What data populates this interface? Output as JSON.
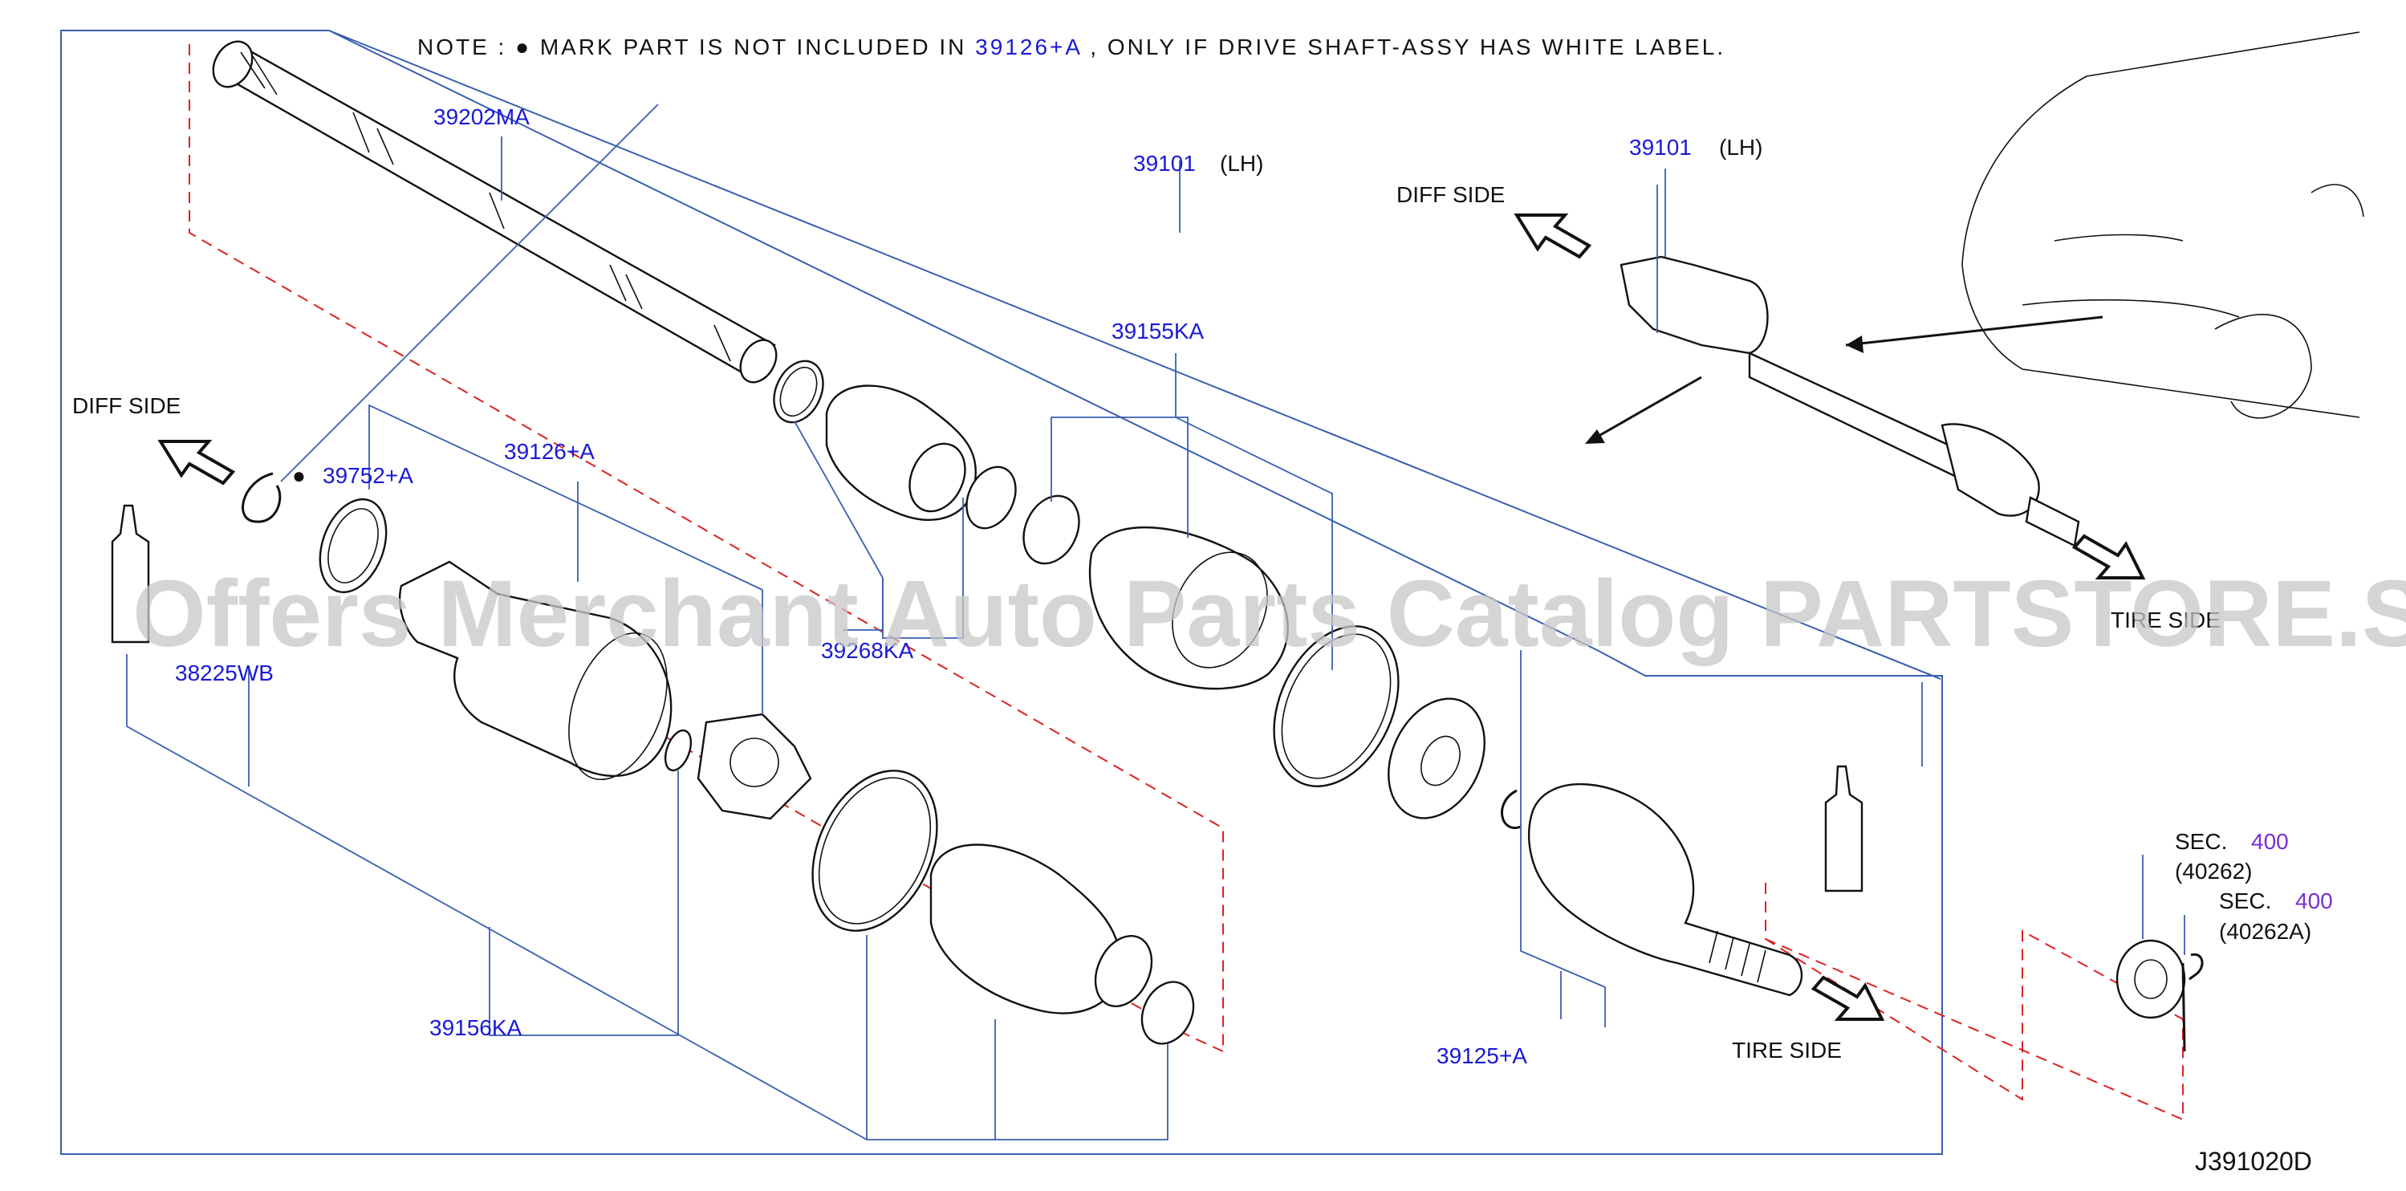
{
  "note": {
    "prefix": "NOTE  :  ",
    "bullet": "●",
    "mid": "  MARK  PART  IS  NOT  INCLUDED  IN  ",
    "ref": "39126+A",
    "suffix": " ,  ONLY  IF  DRIVE  SHAFT-ASSY  HAS  WHITE  LABEL."
  },
  "labels": {
    "p39202MA": "39202MA",
    "p39101": "39101",
    "p39101_lh": "(LH)",
    "p39101b": "39101",
    "p39101b_lh": "(LH)",
    "p39155KA": "39155KA",
    "p39752A": "39752+A",
    "p39752A_bullet": "●",
    "p39126A": "39126+A",
    "p38225WB": "38225WB",
    "p39268KA": "39268KA",
    "p39156KA": "39156KA",
    "p39125A": "39125+A",
    "diff_side_left": "DIFF   SIDE",
    "diff_side_right": "DIFF   SIDE",
    "tire_side_bottom": "TIRE   SIDE",
    "tire_side_right": "TIRE   SIDE",
    "sec1": "SEC.",
    "sec1_num": "400",
    "sec1_ref": "(40262)",
    "sec2": "SEC.",
    "sec2_num": "400",
    "sec2_ref": "(40262A)",
    "diagram_id": "J391020D"
  },
  "watermark": "Offers Merchant Auto Parts Catalog PARTSTORE.SA",
  "colors": {
    "part_number": "#1a1ad6",
    "section_number": "#7a2fd0",
    "leader": "#3a5fb0",
    "dashed": "#e02020",
    "linework": "#111111"
  }
}
